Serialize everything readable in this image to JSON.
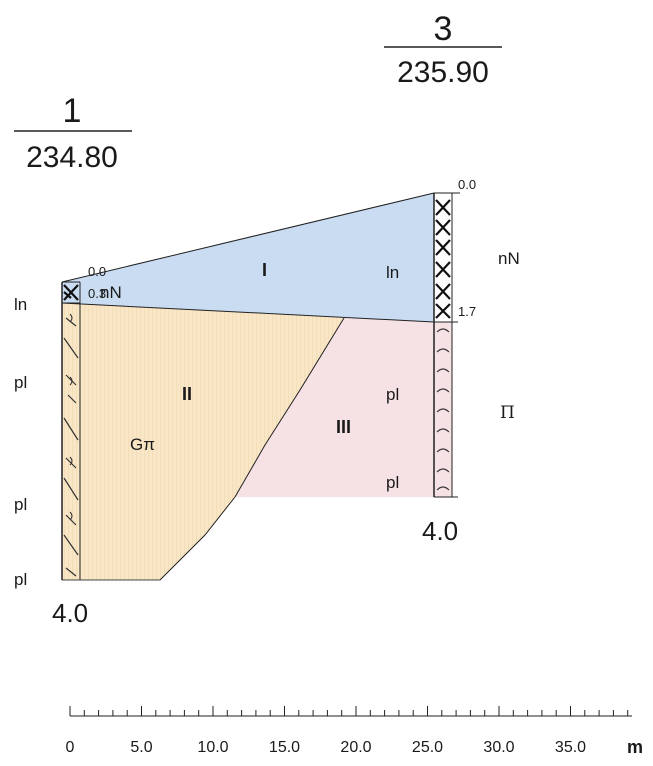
{
  "boreholes": [
    {
      "number": "1",
      "elevation": "234.80",
      "bottom_depth": "4.0",
      "depth_marks": [
        "0.0",
        "0.3"
      ],
      "left_labels": [
        "ln",
        "pl",
        "pl",
        "pl"
      ]
    },
    {
      "number": "3",
      "elevation": "235.90",
      "bottom_depth": "4.0",
      "depth_marks": [
        "0.0",
        "1.7"
      ],
      "inner_labels": [
        "ln",
        "pl",
        "pl"
      ],
      "right_labels": [
        "nN",
        "Π"
      ]
    }
  ],
  "layers": {
    "I": {
      "name": "I",
      "code": "nN",
      "color": "#c9dcf2"
    },
    "II": {
      "name": "II",
      "code": "Gπ",
      "color": "#f8e6c6"
    },
    "III": {
      "name": "III",
      "color": "#f6e1e4"
    }
  },
  "scale": {
    "ticks": [
      "0",
      "5.0",
      "10.0",
      "15.0",
      "20.0",
      "25.0",
      "30.0",
      "35.0"
    ],
    "unit": "m"
  }
}
